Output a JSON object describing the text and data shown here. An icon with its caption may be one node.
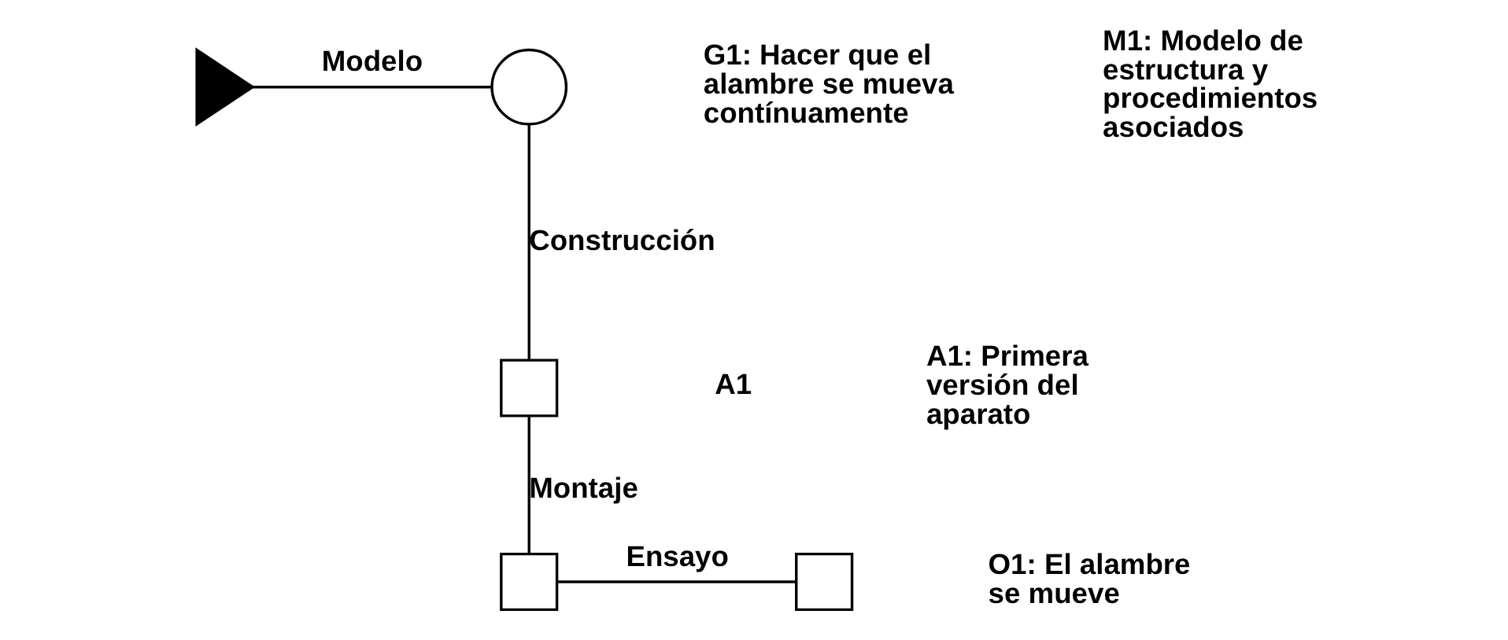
{
  "diagram": {
    "nodes": [
      {
        "text": [],
        "shape": "triangle"
      },
      {
        "text": [],
        "shape": "circle"
      },
      {
        "text": [],
        "shape": "box"
      },
      {
        "text": [],
        "shape": "box"
      },
      {
        "text": [],
        "shape": "box"
      }
    ],
    "edges": [
      {
        "from": 0,
        "to": 1,
        "arrow": "none",
        "label": "Modelo"
      },
      {
        "from": 1,
        "to": 2,
        "arrow": "none",
        "label": "Construcción"
      },
      {
        "from": 2,
        "to": 3,
        "arrow": "none",
        "label": "Montaje"
      },
      {
        "from": 3,
        "to": 4,
        "arrow": "none",
        "label": "Ensayo"
      }
    ],
    "labels": [
      "G1: Hacer que el alambre se mueva contínuamente",
      "M1: Modelo de estructura y procedimientos asociados",
      "A1",
      "A1: Primera versión del aparato",
      "O1: El alambre se mueve"
    ]
  }
}
